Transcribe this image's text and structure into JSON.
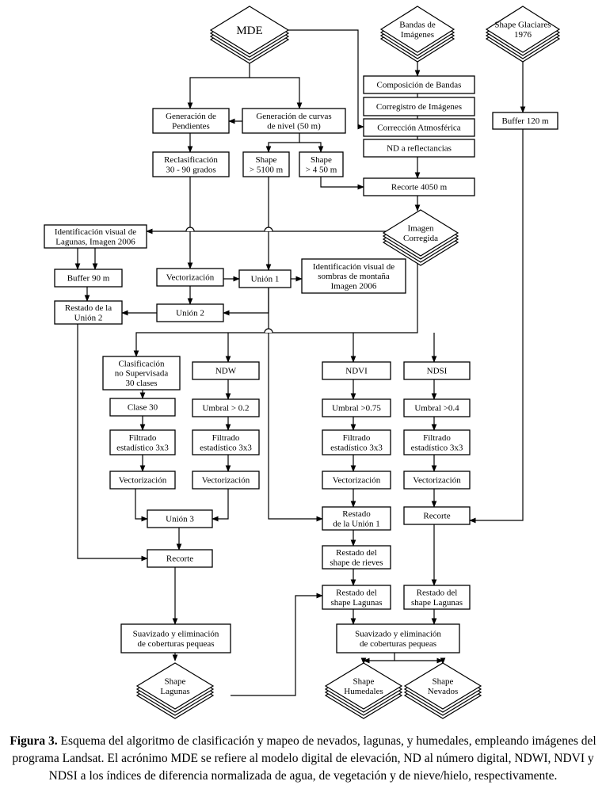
{
  "nodes": {
    "mde": "MDE",
    "bandas": [
      "Bandas de",
      "Imágenes"
    ],
    "shape_glaciares": [
      "Shape Glaciares",
      "1976"
    ],
    "composicion": "Composición de Bandas",
    "corregistro": "Corregistro de Imágenes",
    "correccion": "Corrección Atmosférica",
    "nd_reflect": "ND a reflectancias",
    "gen_pendientes": [
      "Generación de",
      "Pendientes"
    ],
    "gen_curvas": [
      "Generación de curvas",
      "de nivel (50 m)"
    ],
    "buffer120": "Buffer 120 m",
    "reclasificacion": [
      "Reclasificación",
      "30 - 90 grados"
    ],
    "shape5100": [
      "Shape",
      "> 5100 m"
    ],
    "shape450": [
      "Shape",
      "> 4 50 m"
    ],
    "recorte4050": "Recorte 4050 m",
    "imagen_corregida": [
      "Imagen",
      "Corregida"
    ],
    "ident_lagunas": [
      "Identificación visual de",
      "Lagunas, Imagen 2006"
    ],
    "buffer90": "Buffer 90 m",
    "vectorizacion_top": "Vectorización",
    "union1": "Unión 1",
    "ident_sombras": [
      "Identificación visual de",
      "sombras de montaña",
      "Imagen 2006"
    ],
    "restado_union2": [
      "Restado de la",
      "Unión 2"
    ],
    "union2": "Unión 2",
    "clasif": [
      "Clasificación",
      "no Supervisada",
      "30 clases"
    ],
    "ndw": "NDW",
    "ndvi": "NDVI",
    "ndsi": "NDSI",
    "clase30": "Clase 30",
    "umbral_ndw": "Umbral > 0.2",
    "umbral_ndvi": "Umbral >0.75",
    "umbral_ndsi": "Umbral >0.4",
    "filtrado_1": [
      "Filtrado",
      "estadístico 3x3"
    ],
    "filtrado_2": [
      "Filtrado",
      "estadístico 3x3"
    ],
    "filtrado_3": [
      "Filtrado",
      "estadístico 3x3"
    ],
    "filtrado_4": [
      "Filtrado",
      "estadístico 3x3"
    ],
    "vect_1": "Vectorización",
    "vect_2": "Vectorización",
    "vect_3": "Vectorización",
    "vect_4": "Vectorización",
    "union3": "Unión 3",
    "restado_union1": [
      "Restado",
      "de la Unión 1"
    ],
    "recorte_r": "Recorte",
    "recorte_l": "Recorte",
    "restado_rieves": [
      "Restado del",
      "shape de rieves"
    ],
    "restado_lagunas_1": [
      "Restado del",
      "shape Lagunas"
    ],
    "restado_lagunas_2": [
      "Restado del",
      "shape Lagunas"
    ],
    "suav_l": [
      "Suavizado y eliminación",
      "de coberturas pequeas"
    ],
    "suav_r": [
      "Suavizado y eliminación",
      "de coberturas pequeas"
    ],
    "out_lagunas": [
      "Shape",
      "Lagunas"
    ],
    "out_humedales": [
      "Shape",
      "Humedales"
    ],
    "out_nevados": [
      "Shape",
      "Nevados"
    ]
  },
  "caption": {
    "label": "Figura 3.",
    "text": " Esquema del algoritmo de clasificación y mapeo de nevados, lagunas, y humedales, empleando imágenes del programa Landsat. El acrónimo MDE se refiere al modelo digital de elevación, ND al número digital, NDWI, NDVI y NDSI a los índices de diferencia normalizada de agua, de vegetación y de nieve/hielo, respectivamente."
  }
}
